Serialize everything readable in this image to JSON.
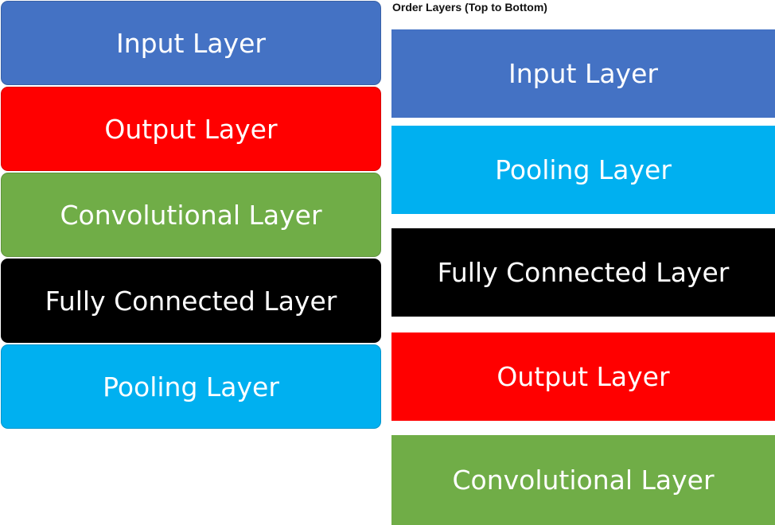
{
  "title": "Order Layers (Top to Bottom)",
  "colors": {
    "blue": "#4472c4",
    "red": "#ff0000",
    "green": "#70ad47",
    "black": "#000000",
    "cyan": "#00b0f0"
  },
  "source_items": [
    {
      "label": "Input Layer",
      "color": "#4472c4"
    },
    {
      "label": "Output Layer",
      "color": "#ff0000"
    },
    {
      "label": "Convolutional Layer",
      "color": "#70ad47"
    },
    {
      "label": "Fully Connected Layer",
      "color": "#000000"
    },
    {
      "label": "Pooling Layer",
      "color": "#00b0f0"
    }
  ],
  "ordered_items": [
    {
      "label": "Input Layer",
      "color": "#4472c4"
    },
    {
      "label": "Pooling Layer",
      "color": "#00b0f0"
    },
    {
      "label": "Fully Connected Layer",
      "color": "#000000"
    },
    {
      "label": "Output Layer",
      "color": "#ff0000"
    },
    {
      "label": "Convolutional Layer",
      "color": "#70ad47"
    }
  ]
}
